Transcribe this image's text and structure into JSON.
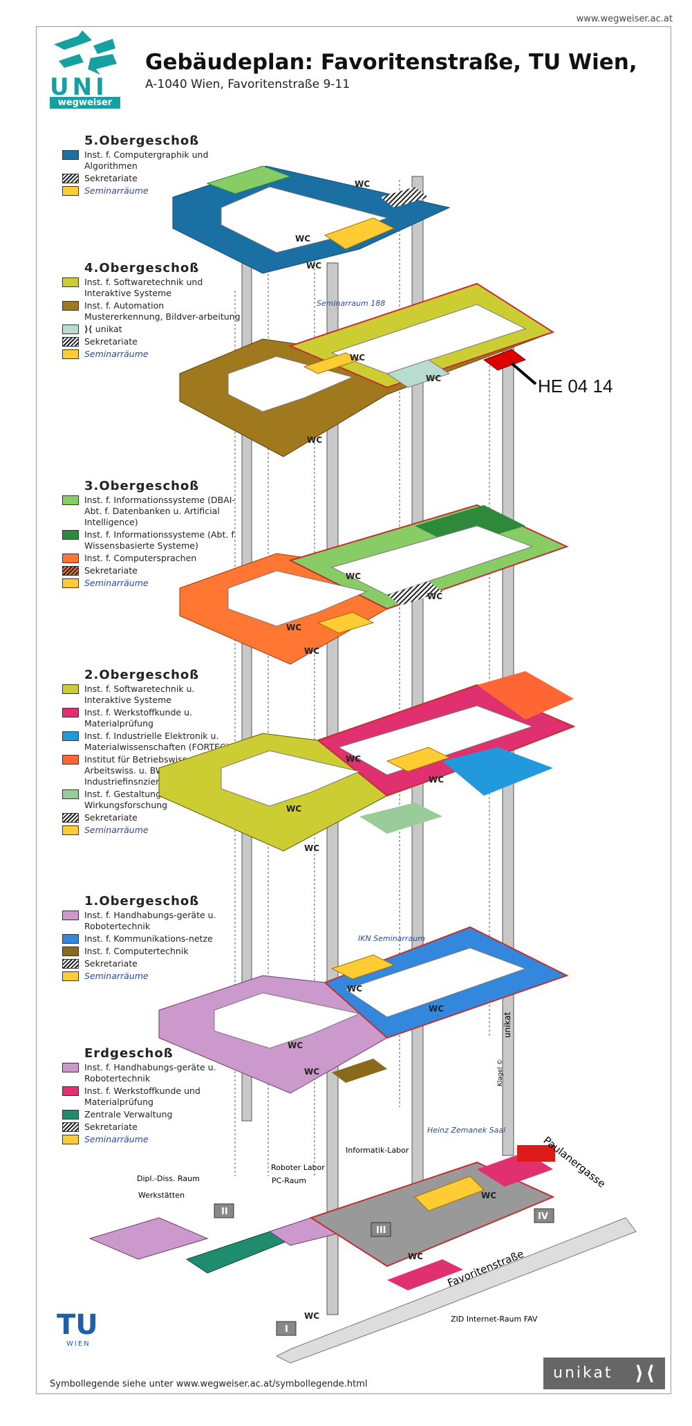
{
  "header": {
    "site_url": "www.wegweiser.ac.at",
    "logo_uni": "UNI",
    "logo_wegweiser": "wegweiser",
    "title": "Gebäudeplan: Favoritenstraße, TU Wien,",
    "address": "A-1040 Wien, Favoritenstraße 9-11"
  },
  "floors": [
    {
      "id": "og5",
      "name": "5.Obergeschoß",
      "items": [
        {
          "label": "Inst. f. Computergraphik und Algorithmen",
          "color": "#1a6fa3"
        },
        {
          "label": "Sekretariate",
          "pattern": "hatch"
        },
        {
          "label": "Seminarräume",
          "color": "#ffcc33",
          "seminar": true
        }
      ]
    },
    {
      "id": "og4",
      "name": "4.Obergeschoß",
      "items": [
        {
          "label": "Inst. f. Softwaretechnik und Interaktive Systeme",
          "color": "#cccc33"
        },
        {
          "label": "Inst. f. Automation Mustererkennung, Bildver-arbeitung",
          "color": "#a0781e"
        },
        {
          "label": "unikat",
          "color": "#b8dccf",
          "logo": true
        },
        {
          "label": "Sekretariate",
          "pattern": "hatch"
        },
        {
          "label": "Seminarräume",
          "color": "#ffcc33",
          "seminar": true
        }
      ]
    },
    {
      "id": "og3",
      "name": "3.Obergeschoß",
      "items": [
        {
          "label": "Inst. f. Informationssysteme (DBAI-Abt. f. Datenbanken u. Artificial Intelligence)",
          "color": "#88cc66"
        },
        {
          "label": "Inst. f. Informationssysteme (Abt. f. Wissensbasierte Systeme)",
          "color": "#2e8a3a"
        },
        {
          "label": "Inst. f. Computersprachen",
          "color": "#ff7733"
        },
        {
          "label": "Sekretariate",
          "pattern": "hatch-red"
        },
        {
          "label": "Seminarräume",
          "color": "#ffcc33",
          "seminar": true
        }
      ]
    },
    {
      "id": "og2",
      "name": "2.Obergeschoß",
      "items": [
        {
          "label": "Inst. f. Softwaretechnik u. Interaktive Systeme",
          "color": "#cccc33"
        },
        {
          "label": "Inst. f. Werkstoffkunde u. Materialprüfung",
          "color": "#e0306f"
        },
        {
          "label": "Inst. f. Industrielle Elektronik u. Materialwissenschaften (FORTEC)",
          "color": "#2299dd"
        },
        {
          "label": "Institut für Betriebswiss., Arbeitswiss. u. BWL Abt. Industriefinsnzier.",
          "color": "#ff6633"
        },
        {
          "label": "Inst. f. Gestaltungs- u. Wirkungsforschung",
          "color": "#99cc99"
        },
        {
          "label": "Sekretariate",
          "pattern": "hatch"
        },
        {
          "label": "Seminarräume",
          "color": "#ffcc33",
          "seminar": true
        }
      ]
    },
    {
      "id": "og1",
      "name": "1.Obergeschoß",
      "items": [
        {
          "label": "Inst. f. Handhabungs-geräte u. Robotertechnik",
          "color": "#cc99cc"
        },
        {
          "label": "Inst. f. Kommunikations-netze",
          "color": "#3388dd"
        },
        {
          "label": "Inst. f. Computertechnik",
          "color": "#8a6a1a"
        },
        {
          "label": "Sekretariate",
          "pattern": "hatch"
        },
        {
          "label": "Seminarräume",
          "color": "#ffcc33",
          "seminar": true
        }
      ]
    },
    {
      "id": "eg",
      "name": "Erdgeschoß",
      "items": [
        {
          "label": "Inst. f. Handhabungs-geräte u. Robotertechnik",
          "color": "#cc99cc"
        },
        {
          "label": "Inst. f. Werkstoffkunde und Materialprüfung",
          "color": "#e0306f"
        },
        {
          "label": "Zentrale Verwaltung",
          "color": "#1f8c6e"
        },
        {
          "label": "Sekretariate",
          "pattern": "hatch"
        },
        {
          "label": "Seminarräume",
          "color": "#ffcc33",
          "seminar": true
        }
      ]
    }
  ],
  "map_labels": {
    "seminarraum_188": "Seminarraum 188",
    "he_0414": "HE 04 14",
    "ikn_seminar": "IKN Seminarraum",
    "heinz": "Heinz Zemanek Saal",
    "informatik_labor": "Informatik-Labor",
    "roboter_labor": "Roboter Labor",
    "pc_raum": "PC-Raum",
    "dipl_diss": "Dipl.-Diss. Raum",
    "werkstaetten": "Werkstätten",
    "zid": "ZID Internet-Raum FAV",
    "favoritenstrasse": "Favoritenstraße",
    "paulanergasse": "Paulanergasse",
    "wc": "WC",
    "entrance_1": "I",
    "entrance_2": "II",
    "entrance_3": "III",
    "entrance_4": "IV",
    "pillar_unikat": "unikat",
    "pillar_copyright": "Klagel ©"
  },
  "footer": {
    "symbol_text": "Symbollegende siehe unter www.wegweiser.ac.at/symbollegende.html",
    "tu_letters": "TU",
    "tu_wien": "WIEN",
    "unikat": "unikat"
  }
}
